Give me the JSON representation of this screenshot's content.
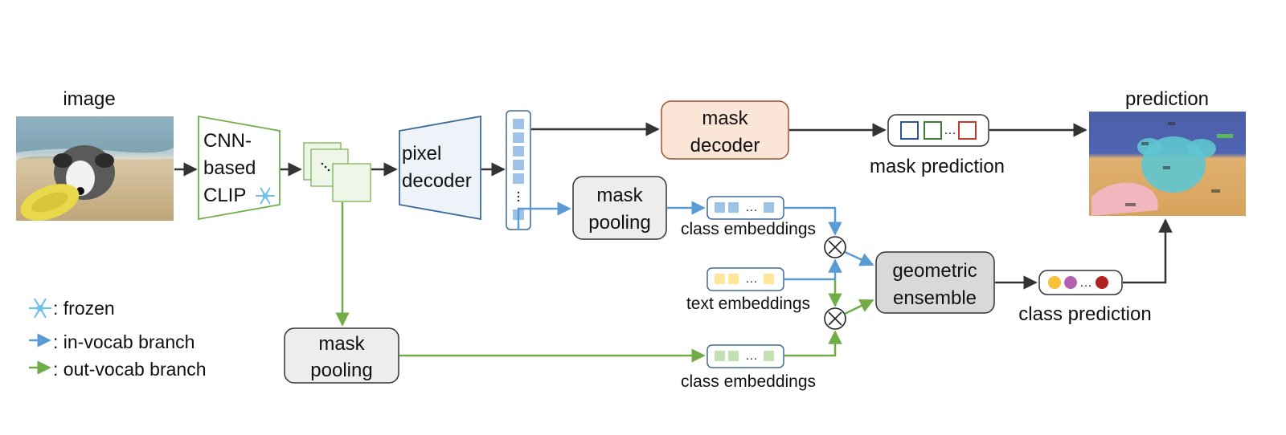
{
  "labels": {
    "image": "image",
    "prediction": "prediction",
    "clip_line1": "CNN-",
    "clip_line2": "based",
    "clip_line3": "CLIP",
    "pixel_decoder_line1": "pixel",
    "pixel_decoder_line2": "decoder",
    "mask_decoder_line1": "mask",
    "mask_decoder_line2": "decoder",
    "mask_pooling_line1": "mask",
    "mask_pooling_line2": "pooling",
    "mask_pooling2_line1": "mask",
    "mask_pooling2_line2": "pooling",
    "geo_line1": "geometric",
    "geo_line2": "ensemble",
    "mask_prediction": "mask prediction",
    "class_embeddings_top": "class embeddings",
    "text_embeddings": "text embeddings",
    "class_embeddings_bottom": "class embeddings",
    "class_prediction": "class prediction",
    "ellipsis": "…"
  },
  "legend": {
    "frozen": ": frozen",
    "in_vocab": ": in-vocab branch",
    "out_vocab": ": out-vocab branch"
  },
  "colors": {
    "in_vocab_branch": "#5b9bd5",
    "out_vocab_branch": "#70ad47",
    "mask_decoder_fill": "#fbe5d6",
    "mask_decoder_stroke": "#a0522d",
    "clip_stroke": "#70ad47",
    "pixel_decoder_fill": "#eef3fa",
    "pixel_decoder_stroke": "#3e6a99",
    "gray_box_fill": "#ededed",
    "geo_fill": "#d9d9d9",
    "text_embedding_color": "#ffe699",
    "class_embedding_blue": "#9dc3e6",
    "class_embedding_green": "#c5e0b4",
    "class_pred_colors": [
      "#f9c13a",
      "#b45fb0",
      "#b22222"
    ],
    "mask_pred_colors": [
      "#2f5597",
      "#3a7d32",
      "#c0392b"
    ]
  },
  "icons": {
    "frozen": "snowflake-icon",
    "multiply": "multiply-icon"
  }
}
